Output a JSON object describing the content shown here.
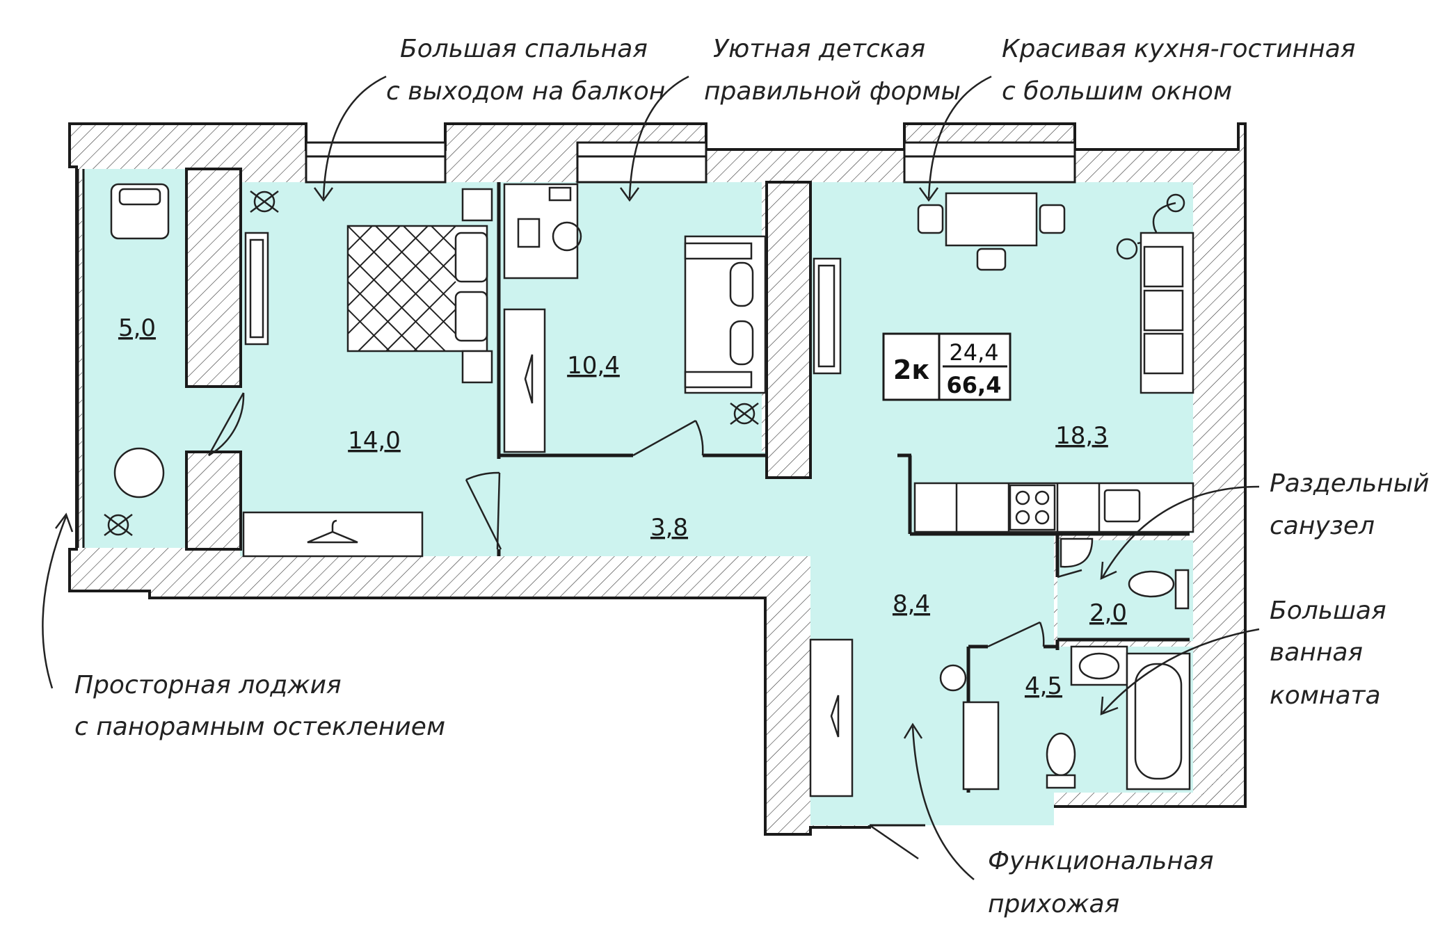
{
  "colors": {
    "room_fill": "#cdf3ef",
    "wall_line": "#1a1a1a",
    "background": "#ffffff"
  },
  "badge": {
    "rooms": "2к",
    "living_area": "24,4",
    "total_area": "66,4"
  },
  "rooms": [
    {
      "id": "loggia",
      "area": "5,0"
    },
    {
      "id": "bedroom",
      "area": "14,0"
    },
    {
      "id": "kids-room",
      "area": "10,4"
    },
    {
      "id": "corridor",
      "area": "3,8"
    },
    {
      "id": "kitchen-living",
      "area": "18,3"
    },
    {
      "id": "hallway",
      "area": "8,4"
    },
    {
      "id": "toilet",
      "area": "2,0"
    },
    {
      "id": "bathroom",
      "area": "4,5"
    }
  ],
  "callouts": [
    {
      "id": "bedroom",
      "lines": [
        "Большая спальная",
        "с выходом на балкон"
      ]
    },
    {
      "id": "kids-room",
      "lines": [
        "Уютная детская",
        "правильной формы"
      ]
    },
    {
      "id": "kitchen",
      "lines": [
        "Красивая кухня-гостинная",
        "с большим окном"
      ]
    },
    {
      "id": "toilet",
      "lines": [
        "Раздельный",
        "санузел"
      ]
    },
    {
      "id": "bathroom",
      "lines": [
        "Большая",
        "ванная",
        "комната"
      ]
    },
    {
      "id": "loggia",
      "lines": [
        "Просторная лоджия",
        "с панорамным остеклением"
      ]
    },
    {
      "id": "hallway",
      "lines": [
        "Функциональная",
        "прихожая"
      ]
    }
  ],
  "icons": [
    "bed-icon",
    "sofa-icon",
    "dining-table-icon",
    "desk-icon",
    "armchair-icon",
    "round-table-icon",
    "plant-icon",
    "wardrobe-icon",
    "hanger-icon",
    "tv-icon",
    "stove-icon",
    "sink-icon",
    "toilet-icon",
    "bathtub-icon",
    "washbasin-icon",
    "floor-lamp-icon"
  ]
}
